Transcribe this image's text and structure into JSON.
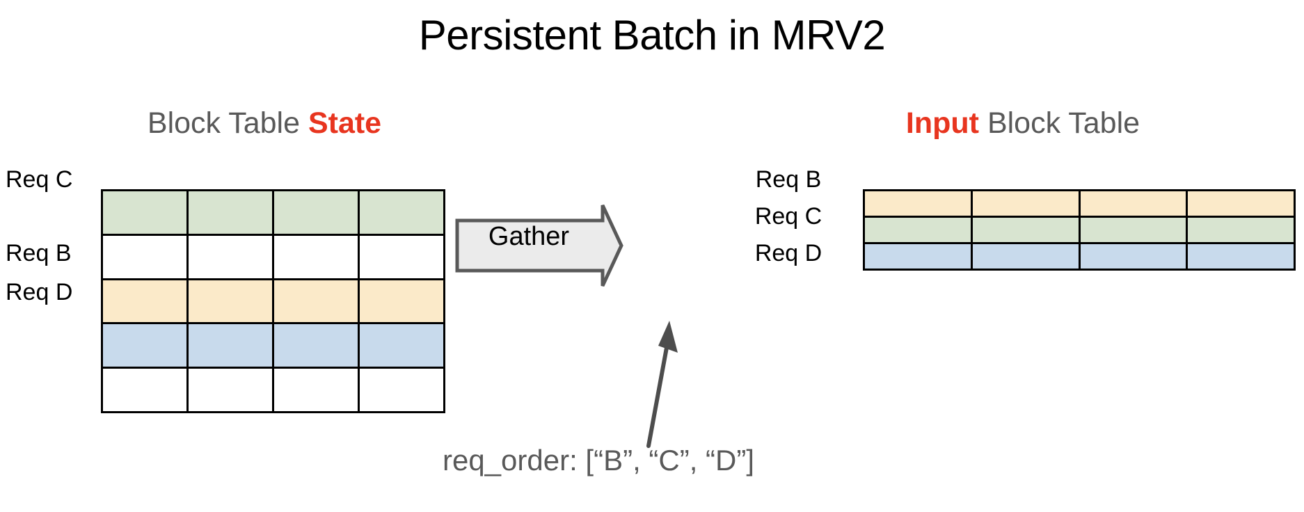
{
  "slide": {
    "title": "Persistent Batch in MRV2",
    "background": "#ffffff",
    "accent_color": "#e8351f",
    "muted_text_color": "#595959"
  },
  "left_panel": {
    "heading_prefix": "Block Table ",
    "heading_accent": "State",
    "columns": 4,
    "rows": [
      {
        "label": "Req C",
        "fill": "green",
        "color": "#d8e4d0"
      },
      {
        "label": "",
        "fill": "empty",
        "color": "#ffffff"
      },
      {
        "label": "Req B",
        "fill": "yellow",
        "color": "#fbeac9"
      },
      {
        "label": "Req D",
        "fill": "blue",
        "color": "#c8daec"
      },
      {
        "label": "",
        "fill": "empty",
        "color": "#ffffff"
      }
    ]
  },
  "right_panel": {
    "heading_accent": "Input",
    "heading_suffix": " Block Table",
    "columns": 4,
    "rows": [
      {
        "label": "Req B",
        "fill": "yellow",
        "color": "#fbeac9"
      },
      {
        "label": "Req C",
        "fill": "green",
        "color": "#d8e4d0"
      },
      {
        "label": "Req D",
        "fill": "blue",
        "color": "#c8daec"
      }
    ]
  },
  "operation": {
    "label": "Gather",
    "arrow_fill": "#ebebeb",
    "arrow_stroke": "#595959"
  },
  "caption": {
    "text": "req_order: [“B”, “C”, “D”]",
    "pointer_color": "#4d4d4d"
  }
}
